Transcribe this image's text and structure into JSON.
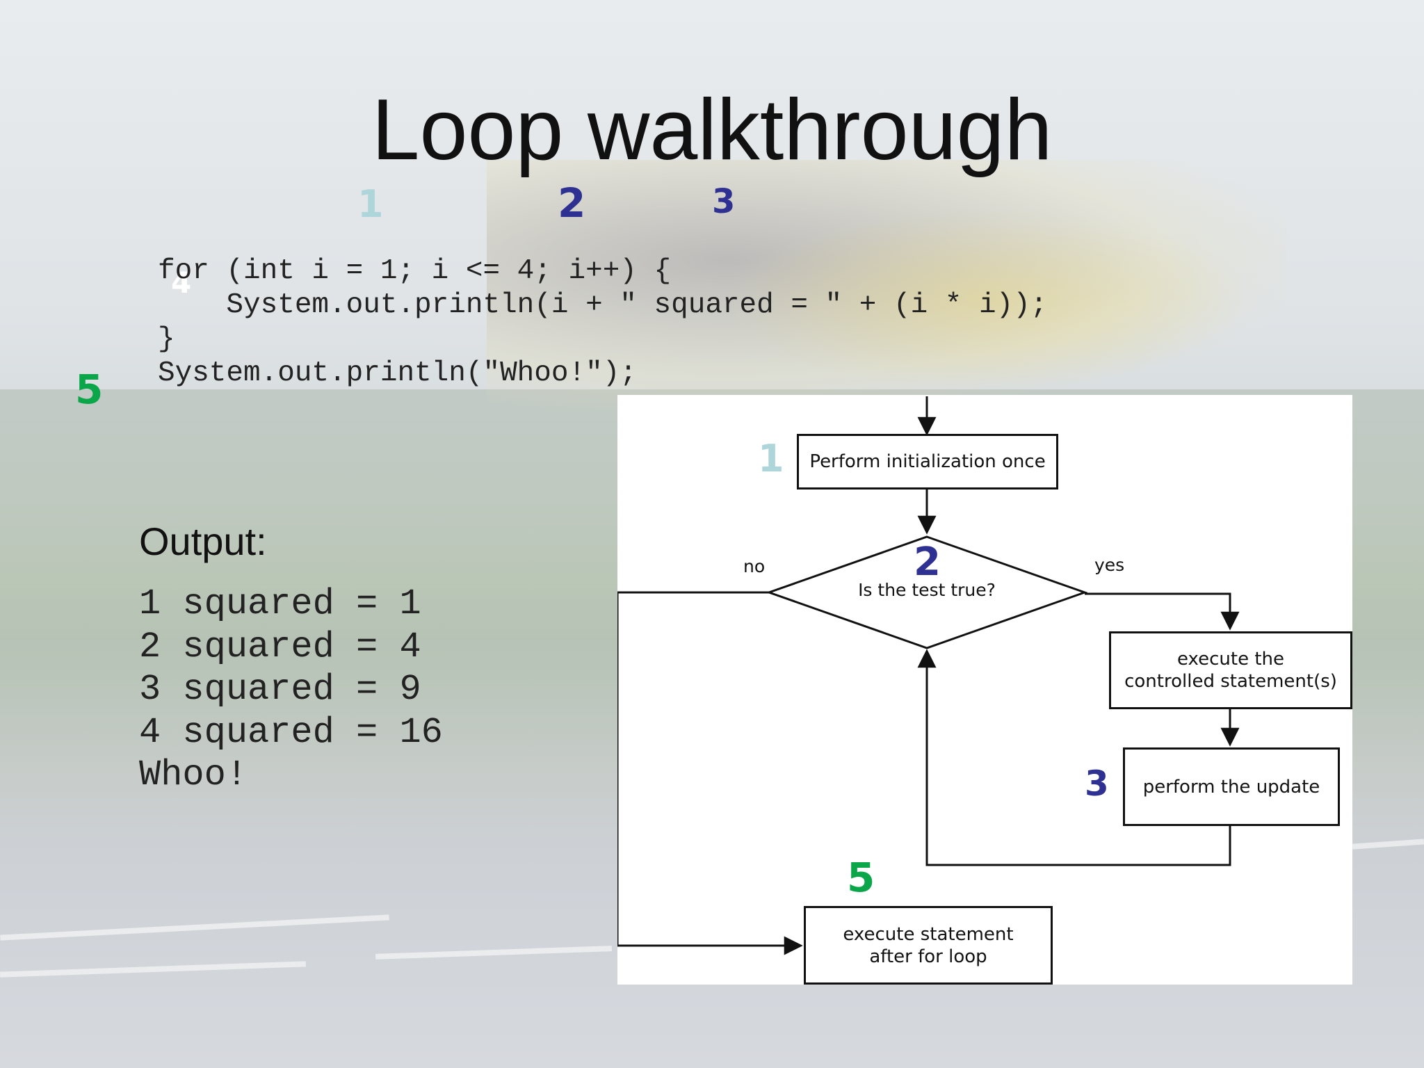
{
  "slide": {
    "title": "Loop walkthrough",
    "markers": {
      "one": "1",
      "two": "2",
      "three": "3",
      "four": "4",
      "five": "5"
    },
    "code": "for (int i = 1; i <= 4; i++) {\n    System.out.println(i + \" squared = \" + (i * i));\n}\nSystem.out.println(\"Whoo!\");",
    "output_label": "Output:",
    "output_text": "1 squared = 1\n2 squared = 4\n3 squared = 9\n4 squared = 16\nWhoo!"
  },
  "flowchart": {
    "init_box": "Perform initialization once",
    "test_diamond": "Is the test true?",
    "no_label": "no",
    "yes_label": "yes",
    "execute_box": "execute the\ncontrolled statement(s)",
    "update_box": "perform the update",
    "after_box": "execute statement\nafter for loop"
  },
  "colors": {
    "marker_light": "#aed6da",
    "marker_blue": "#2e3192",
    "marker_green": "#0ca64a"
  }
}
